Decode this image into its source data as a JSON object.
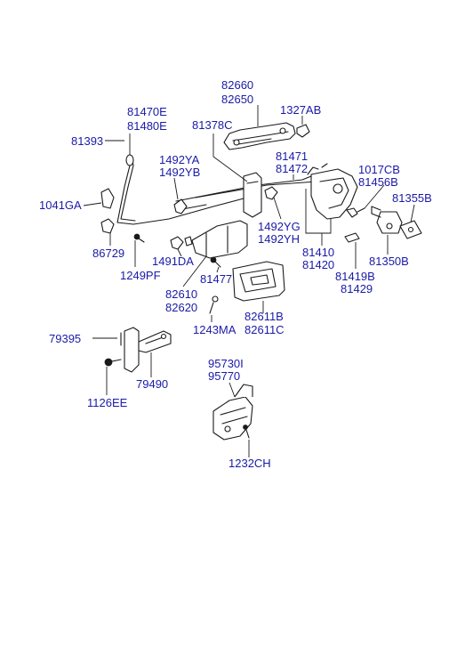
{
  "labels": {
    "l82660": "82660",
    "l82650": "82650",
    "l81470E": "81470E",
    "l81480E": "81480E",
    "l81378C": "81378C",
    "l1327AB": "1327AB",
    "l81393": "81393",
    "l81471": "81471",
    "l81472": "81472",
    "l1492YA": "1492YA",
    "l1492YB": "1492YB",
    "l1017CB": "1017CB",
    "l81456B": "81456B",
    "l81355B": "81355B",
    "l1041GA": "1041GA",
    "l1492YG": "1492YG",
    "l1492YH": "1492YH",
    "l86729": "86729",
    "l1491DA": "1491DA",
    "l81410": "81410",
    "l81420": "81420",
    "l81350B": "81350B",
    "l1249PF": "1249PF",
    "l81419B": "81419B",
    "l81429": "81429",
    "l81477": "81477",
    "l82610": "82610",
    "l82620": "82620",
    "l82611B": "82611B",
    "l82611C": "82611C",
    "l1243MA": "1243MA",
    "l79395": "79395",
    "l79490": "79490",
    "l1126EE": "1126EE",
    "l95730I": "95730I",
    "l95770": "95770",
    "l1232CH": "1232CH"
  }
}
